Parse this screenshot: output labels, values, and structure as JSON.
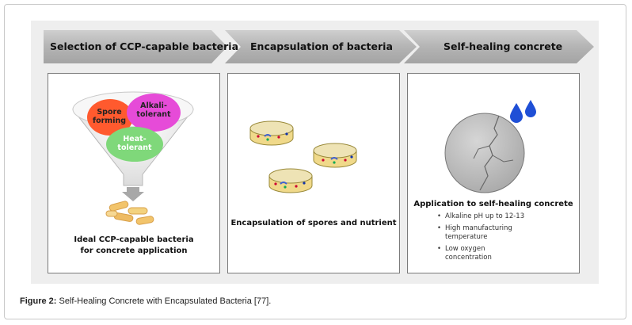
{
  "stages": [
    {
      "label": "Selection of CCP-capable bacteria"
    },
    {
      "label": "Encapsulation of bacteria"
    },
    {
      "label": "Self-healing concrete"
    }
  ],
  "panel1": {
    "circles": [
      {
        "label_line1": "Spore",
        "label_line2": "forming",
        "color": "#ff5a2e"
      },
      {
        "label_line1": "Alkali-",
        "label_line2": "tolerant",
        "color": "#e64bd8"
      },
      {
        "label_line1": "Heat-",
        "label_line2": "tolerant",
        "color": "#7fd87a"
      }
    ],
    "title_line1": "Ideal CCP-capable bacteria",
    "title_line2": "for concrete application"
  },
  "panel2": {
    "title": "Encapsulation of spores and nutrient"
  },
  "panel3": {
    "title": "Application to self-healing concrete",
    "bullets": [
      {
        "line1": "Alkaline pH up to 12-13"
      },
      {
        "line1": "High manufacturing",
        "line2": "temperature"
      },
      {
        "line1": "Low oxygen",
        "line2": "concentration"
      }
    ]
  },
  "caption": {
    "label": "Figure 2:",
    "text": " Self-Healing Concrete with Encapsulated Bacteria [77]."
  },
  "colors": {
    "banner_fill": "#a9a9a9",
    "water_drop": "#1f4fd6",
    "concrete": "#bfbfbf"
  }
}
